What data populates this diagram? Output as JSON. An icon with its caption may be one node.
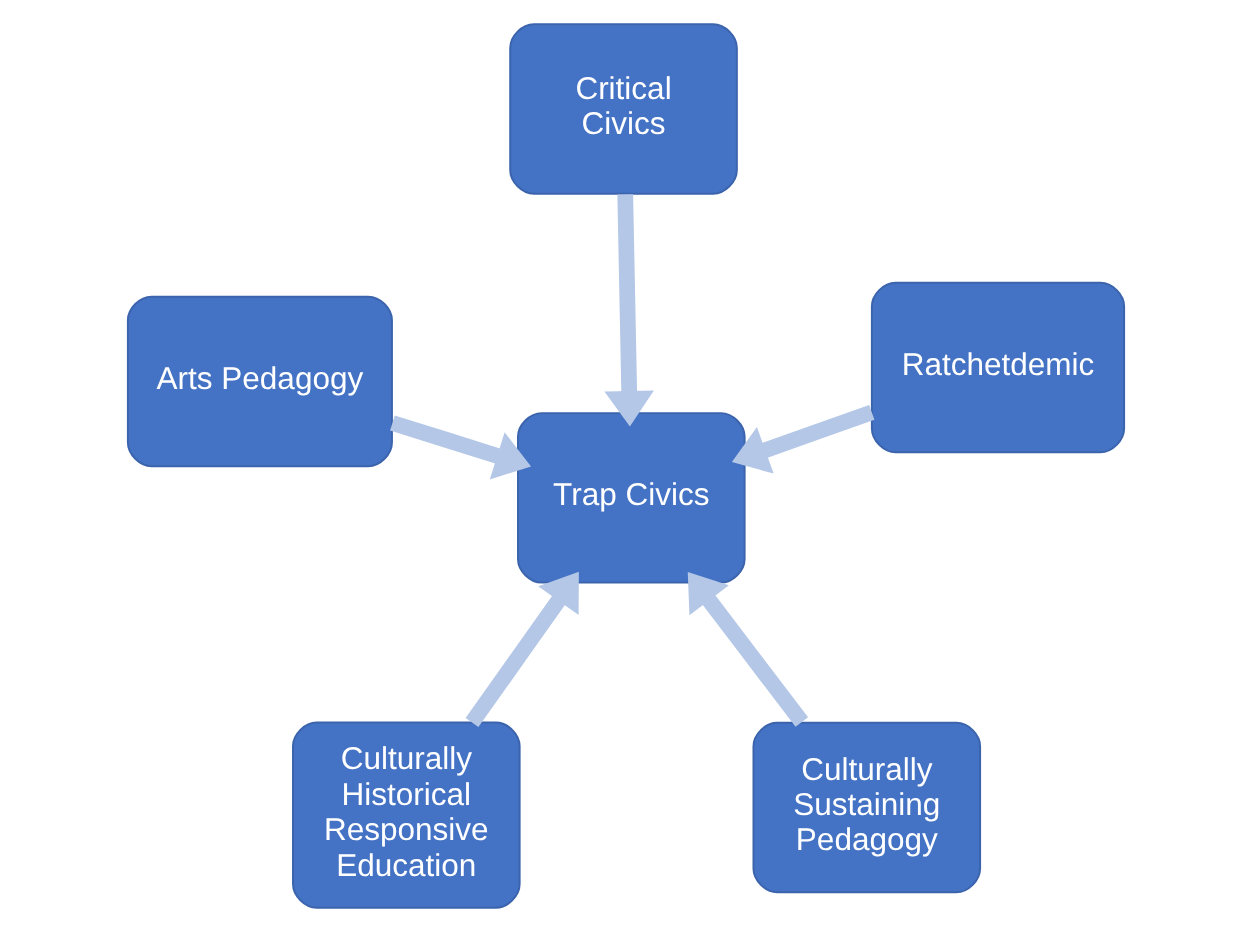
{
  "diagram": {
    "nodes": [
      {
        "text": [
          "Culturally Historical Responsive Education"
        ]
      },
      {
        "text": [
          "Culturally Sustaining Pedagogy"
        ]
      },
      {
        "text": [
          "Trap Civics"
        ]
      },
      {
        "text": [
          "Critical Civics"
        ]
      },
      {
        "text": [
          "Ratchetdemic"
        ]
      },
      {
        "text": [
          "Arts Pedagogy"
        ]
      }
    ],
    "edges": [
      {
        "from": 0,
        "to": 2,
        "arrow": "to"
      },
      {
        "from": 1,
        "to": 2,
        "arrow": "to"
      },
      {
        "from": 3,
        "to": 2,
        "arrow": "to"
      },
      {
        "from": 4,
        "to": 2,
        "arrow": "to"
      },
      {
        "from": 5,
        "to": 2,
        "arrow": "to"
      }
    ]
  }
}
